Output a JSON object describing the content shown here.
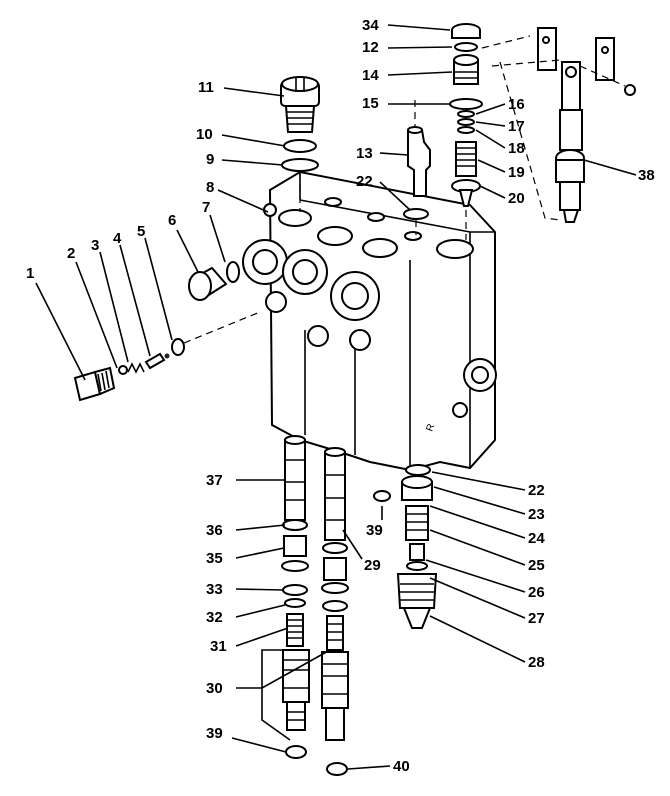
{
  "callouts": [
    {
      "id": "1",
      "text": "1"
    },
    {
      "id": "2",
      "text": "2"
    },
    {
      "id": "3",
      "text": "3"
    },
    {
      "id": "4",
      "text": "4"
    },
    {
      "id": "5",
      "text": "5"
    },
    {
      "id": "6",
      "text": "6"
    },
    {
      "id": "7",
      "text": "7"
    },
    {
      "id": "8",
      "text": "8"
    },
    {
      "id": "9",
      "text": "9"
    },
    {
      "id": "10",
      "text": "10"
    },
    {
      "id": "11",
      "text": "11"
    },
    {
      "id": "12",
      "text": "12"
    },
    {
      "id": "13",
      "text": "13"
    },
    {
      "id": "14",
      "text": "14"
    },
    {
      "id": "15",
      "text": "15"
    },
    {
      "id": "16",
      "text": "16"
    },
    {
      "id": "17",
      "text": "17"
    },
    {
      "id": "18",
      "text": "18"
    },
    {
      "id": "19",
      "text": "19"
    },
    {
      "id": "20",
      "text": "20"
    },
    {
      "id": "22a",
      "text": "22"
    },
    {
      "id": "22b",
      "text": "22"
    },
    {
      "id": "23",
      "text": "23"
    },
    {
      "id": "24",
      "text": "24"
    },
    {
      "id": "25",
      "text": "25"
    },
    {
      "id": "26",
      "text": "26"
    },
    {
      "id": "27",
      "text": "27"
    },
    {
      "id": "28",
      "text": "28"
    },
    {
      "id": "29",
      "text": "29"
    },
    {
      "id": "30",
      "text": "30"
    },
    {
      "id": "31",
      "text": "31"
    },
    {
      "id": "32",
      "text": "32"
    },
    {
      "id": "33",
      "text": "33"
    },
    {
      "id": "34",
      "text": "34"
    },
    {
      "id": "35",
      "text": "35"
    },
    {
      "id": "36",
      "text": "36"
    },
    {
      "id": "37",
      "text": "37"
    },
    {
      "id": "38",
      "text": "38"
    },
    {
      "id": "39a",
      "text": "39"
    },
    {
      "id": "39b",
      "text": "39"
    },
    {
      "id": "40",
      "text": "40"
    }
  ]
}
